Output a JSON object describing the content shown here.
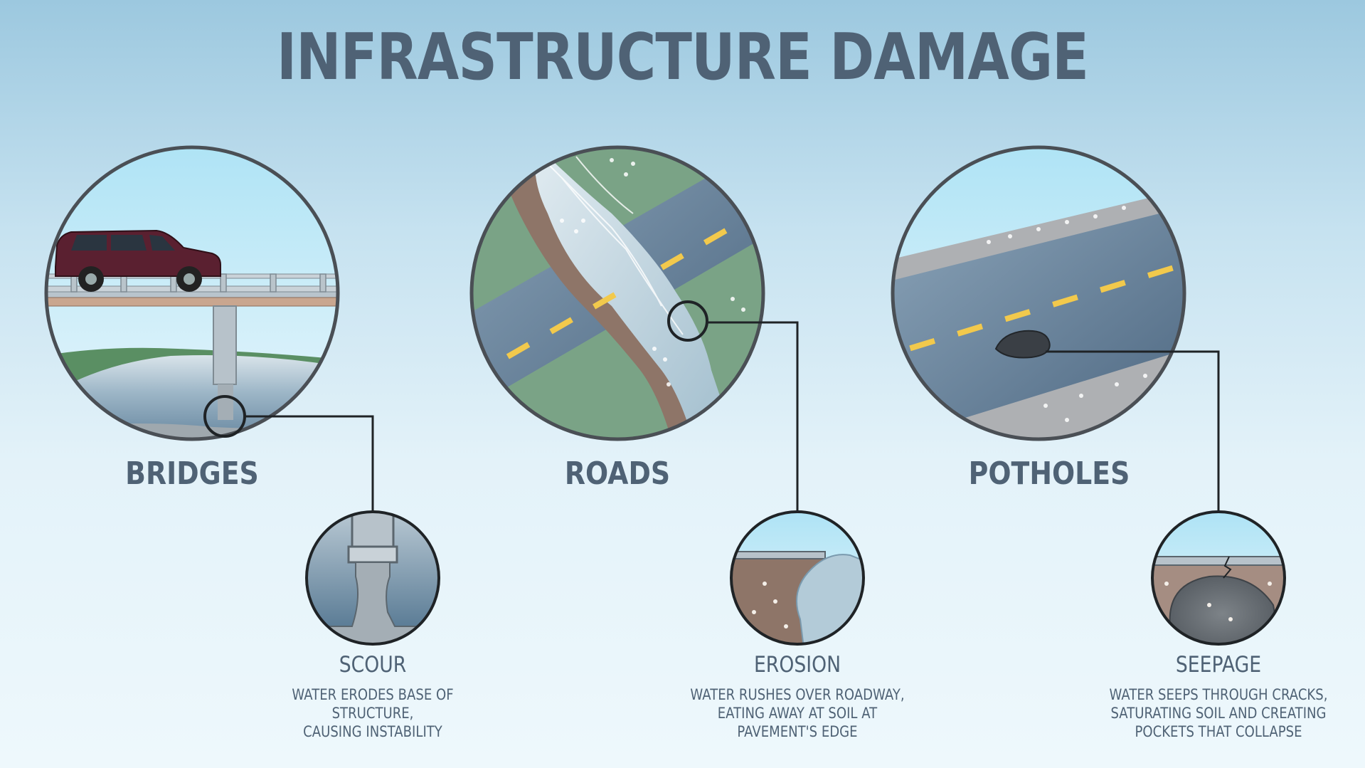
{
  "title": "INFRASTRUCTURE DAMAGE",
  "categories": [
    {
      "label": "BRIDGES",
      "detail_title": "SCOUR",
      "detail_lines": [
        "WATER ERODES BASE OF STRUCTURE,",
        "CAUSING INSTABILITY"
      ]
    },
    {
      "label": "ROADS",
      "detail_title": "EROSION",
      "detail_lines": [
        "WATER RUSHES OVER ROADWAY,",
        "EATING AWAY AT SOIL AT",
        "PAVEMENT'S EDGE"
      ]
    },
    {
      "label": "POTHOLES",
      "detail_title": "SEEPAGE",
      "detail_lines": [
        "WATER SEEPS THROUGH CRACKS,",
        "SATURATING SOIL AND CREATING",
        "POCKETS THAT COLLAPSE"
      ]
    }
  ],
  "colors": {
    "title": "#4f6275",
    "outline": "#4a4f55",
    "road": "#5d7690",
    "lane_marking": "#f2c94c",
    "water": "#8aa9bf",
    "soil": "#8e7568",
    "vehicle": "#5a2030"
  },
  "icons": [
    "bridge-scene",
    "road-crossing-scene",
    "pothole-scene",
    "scour-detail",
    "erosion-detail",
    "seepage-detail"
  ]
}
